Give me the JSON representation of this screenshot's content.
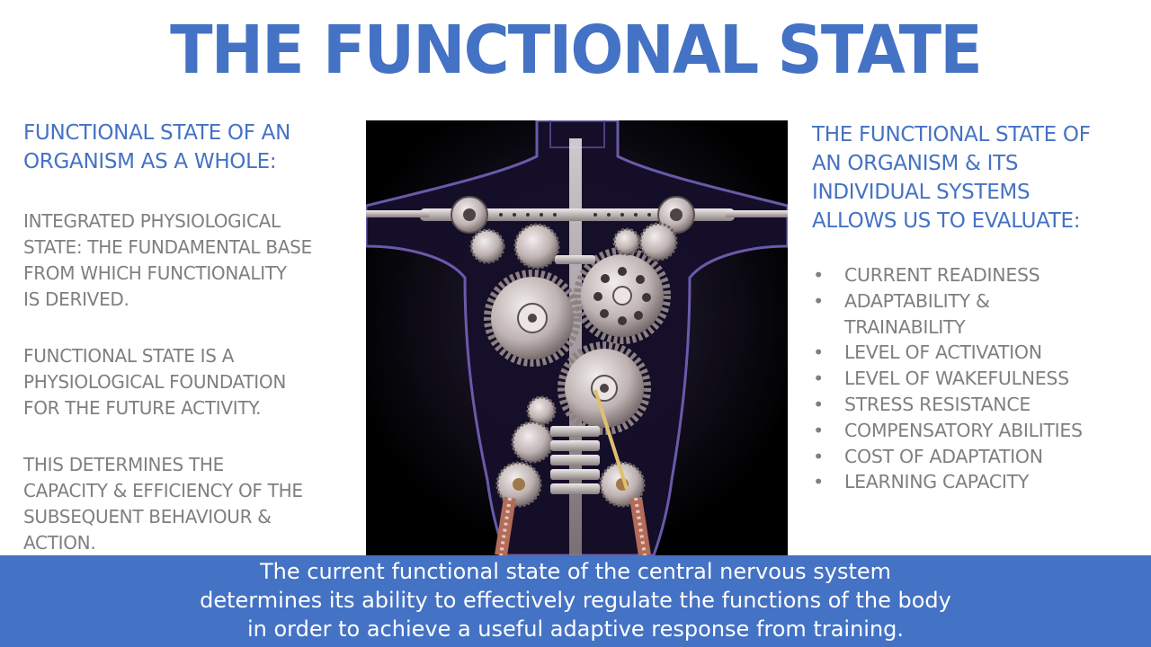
{
  "slide": {
    "title": "THE FUNCTIONAL STATE"
  },
  "left": {
    "heading_line1": "FUNCTIONAL STATE OF AN",
    "heading_line2": "ORGANISM AS A WHOLE:",
    "paragraphs": [
      [
        "INTEGRATED PHYSIOLOGICAL",
        "STATE: THE FUNDAMENTAL BASE",
        "FROM WHICH FUNCTIONALITY",
        "IS DERIVED."
      ],
      [
        "FUNCTIONAL STATE IS A",
        "PHYSIOLOGICAL FOUNDATION",
        "FOR THE FUTURE ACTIVITY."
      ],
      [
        "THIS DETERMINES THE",
        "CAPACITY & EFFICIENCY OF THE",
        "SUBSEQUENT BEHAVIOUR &",
        "ACTION."
      ]
    ]
  },
  "right": {
    "heading_lines": [
      "THE FUNCTIONAL STATE OF",
      "AN ORGANISM & ITS",
      "INDIVIDUAL SYSTEMS",
      "ALLOWS US TO EVALUATE:"
    ],
    "bullet_glyph": "•",
    "bullets": [
      [
        "CURRENT READINESS"
      ],
      [
        "ADAPTABILITY &",
        "TRAINABILITY"
      ],
      [
        "LEVEL OF ACTIVATION"
      ],
      [
        "LEVEL OF WAKEFULNESS"
      ],
      [
        "STRESS RESISTANCE"
      ],
      [
        "COMPENSATORY ABILITIES"
      ],
      [
        "COST OF ADAPTATION"
      ],
      [
        "LEARNING CAPACITY"
      ]
    ]
  },
  "banner": {
    "lines": [
      "The current functional state of the central nervous system",
      "determines its ability to effectively regulate the functions of the body",
      "in order to achieve a useful adaptive response from training."
    ]
  },
  "colors": {
    "accent": "#4472c4",
    "body_text": "#7f7f7f",
    "banner_text": "#ffffff",
    "image_background": "#000000",
    "gear_metal": "#c9bfbf",
    "body_outline": "#6e5fb3"
  },
  "image": {
    "subject": "x-ray-torso-with-gears-illustration"
  }
}
